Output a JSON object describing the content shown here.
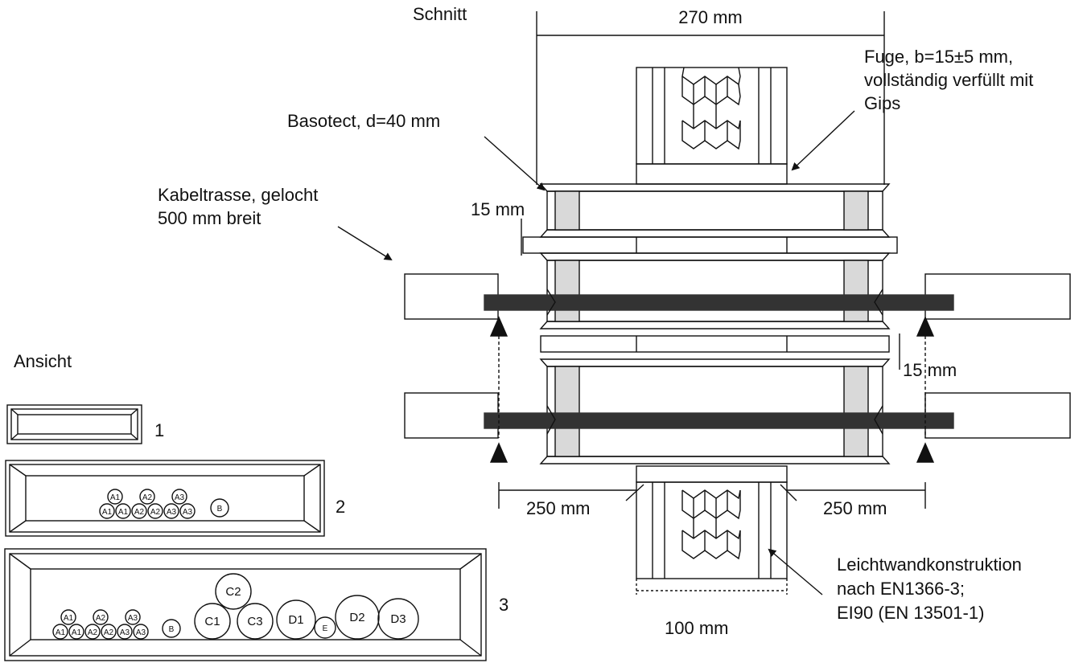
{
  "labels": {
    "schnitt": "Schnitt",
    "ansicht": "Ansicht",
    "width_270": "270 mm",
    "fuge_line1": "Fuge, b=15±5 mm,",
    "fuge_line2": "vollständig verfüllt mit",
    "fuge_line3": "Gips",
    "basotect": "Basotect, d=40 mm",
    "kabeltrasse_line1": "Kabeltrasse, gelocht",
    "kabeltrasse_line2": "500 mm breit",
    "gap_15_top": "15 mm",
    "gap_15_mid": "15 mm",
    "dist_250_left": "250 mm",
    "dist_250_right": "250 mm",
    "wall_100": "100  mm",
    "leicht_line1": "Leichtwandkonstruktion",
    "leicht_line2": "nach EN1366-3;",
    "leicht_line3": "EI90 (EN 13501-1)"
  },
  "trays": [
    {
      "label": "1",
      "cables": []
    },
    {
      "label": "2",
      "cables": [
        "A1",
        "A2",
        "A3",
        "A1",
        "A1",
        "A2",
        "A2",
        "A3",
        "A3",
        "B"
      ]
    },
    {
      "label": "3",
      "cables": [
        "A1",
        "A2",
        "A3",
        "A1",
        "A1",
        "A2",
        "A2",
        "A3",
        "A3",
        "B",
        "C2",
        "C1",
        "C3",
        "D1",
        "E",
        "D2",
        "D3"
      ]
    }
  ],
  "colors": {
    "stroke": "#111111",
    "basotect_fill": "#d9d9d9",
    "tray_fill": "#333333"
  }
}
